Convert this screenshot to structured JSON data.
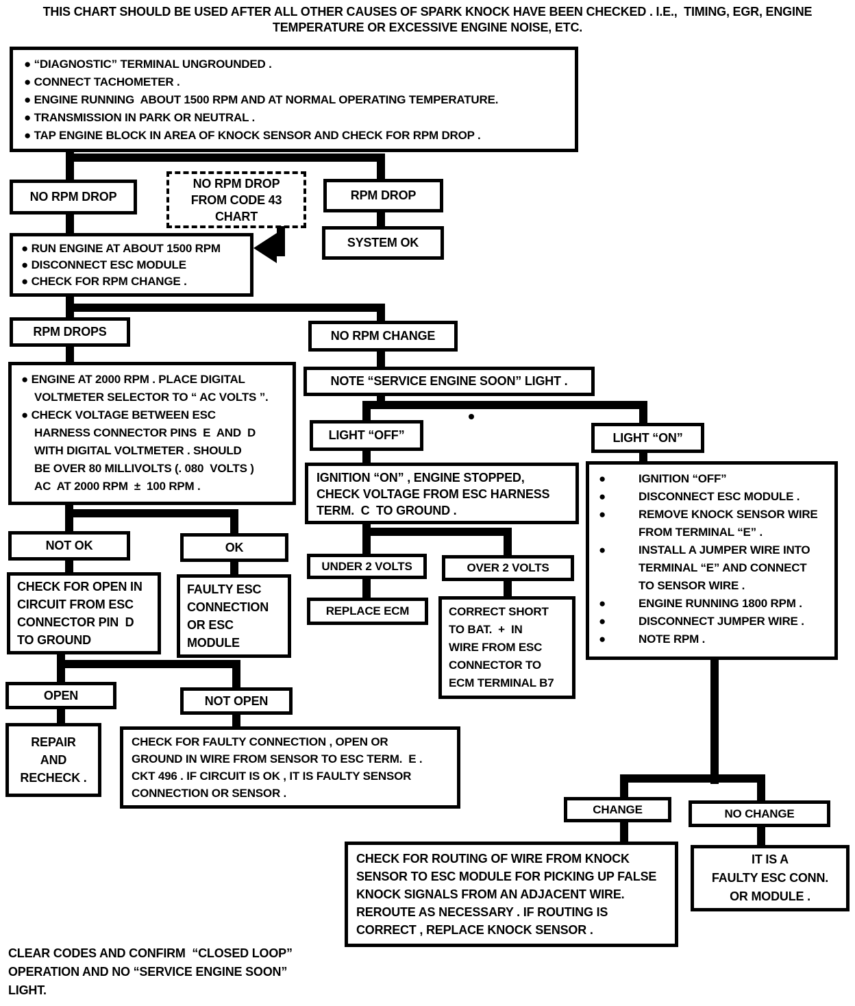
{
  "header": {
    "line1": "THIS CHART SHOULD BE USED AFTER ALL OTHER CAUSES OF SPARK KNOCK HAVE BEEN CHECKED . I.E.,  TIMING, EGR, ENGINE",
    "line2": "TEMPERATURE OR EXCESSIVE ENGINE NOISE, ETC."
  },
  "nodes": {
    "start": {
      "items": [
        "“DIAGNOSTIC” TERMINAL UNGROUNDED .",
        "CONNECT TACHOMETER .",
        "ENGINE RUNNING  ABOUT 1500 RPM AND AT NORMAL OPERATING TEMPERATURE.",
        "TRANSMISSION IN PARK OR NEUTRAL .",
        "TAP ENGINE BLOCK IN AREA OF KNOCK SENSOR AND CHECK FOR RPM DROP ."
      ]
    },
    "no_rpm_drop": {
      "label": "NO RPM DROP"
    },
    "code43": {
      "lines": [
        "NO RPM DROP",
        "FROM CODE 43",
        "CHART"
      ]
    },
    "rpm_drop": {
      "label": "RPM DROP"
    },
    "system_ok": {
      "label": "SYSTEM OK"
    },
    "run_engine": {
      "items": [
        "RUN ENGINE AT ABOUT 1500 RPM",
        "DISCONNECT ESC MODULE",
        "CHECK FOR RPM CHANGE ."
      ]
    },
    "rpm_drops": {
      "label": "RPM DROPS"
    },
    "no_rpm_change": {
      "label": "NO RPM CHANGE"
    },
    "engine_2000": {
      "lines": [
        "ENGINE AT 2000 RPM . PLACE DIGITAL",
        "VOLTMETER SELECTOR TO “ AC VOLTS ”.",
        "CHECK VOLTAGE BETWEEN ESC",
        "HARNESS CONNECTOR PINS  E  AND  D",
        "WITH DIGITAL VOLTMETER . SHOULD",
        "BE OVER 80 MILLIVOLTS (. 080  VOLTS )",
        "AC  AT 2000 RPM  ±  100 RPM ."
      ]
    },
    "note_light": {
      "label": "NOTE “SERVICE ENGINE SOON” LIGHT ."
    },
    "light_off": {
      "label": "LIGHT “OFF”"
    },
    "light_on": {
      "label": "LIGHT “ON”"
    },
    "ignition_on": {
      "lines": [
        "IGNITION “ON” , ENGINE STOPPED,",
        "CHECK VOLTAGE FROM ESC HARNESS",
        "TERM.  C  TO GROUND ."
      ]
    },
    "light_on_steps": {
      "lines": [
        "IGNITION “OFF”",
        "DISCONNECT ESC MODULE .",
        "REMOVE KNOCK SENSOR WIRE",
        "FROM TERMINAL “E” .",
        "INSTALL A JUMPER WIRE INTO",
        "TERMINAL “E” AND CONNECT",
        "TO SENSOR WIRE .",
        "ENGINE RUNNING 1800 RPM .",
        "DISCONNECT JUMPER WIRE .",
        "NOTE RPM ."
      ]
    },
    "not_ok": {
      "label": "NOT OK"
    },
    "ok": {
      "label": "OK"
    },
    "check_open": {
      "lines": [
        "CHECK FOR OPEN IN",
        "CIRCUIT FROM ESC",
        "CONNECTOR PIN  D",
        "TO GROUND"
      ]
    },
    "faulty_esc": {
      "lines": [
        "FAULTY ESC",
        "CONNECTION",
        "OR ESC",
        "MODULE"
      ]
    },
    "under_2_volts": {
      "label": "UNDER 2 VOLTS"
    },
    "over_2_volts": {
      "label": "OVER 2 VOLTS"
    },
    "replace_ecm": {
      "label": "REPLACE ECM"
    },
    "correct_short": {
      "lines": [
        "CORRECT SHORT",
        "TO BAT.  +  IN",
        "WIRE FROM ESC",
        "CONNECTOR TO",
        "ECM TERMINAL B7"
      ]
    },
    "open": {
      "label": "OPEN"
    },
    "not_open": {
      "label": "NOT OPEN"
    },
    "repair": {
      "lines": [
        "REPAIR",
        "AND",
        "RECHECK ."
      ]
    },
    "check_faulty": {
      "lines": [
        "CHECK FOR FAULTY CONNECTION , OPEN OR",
        "GROUND IN WIRE FROM SENSOR TO ESC TERM.  E .",
        "CKT 496 . IF CIRCUIT IS OK , IT IS FAULTY SENSOR",
        "CONNECTION OR SENSOR ."
      ]
    },
    "change": {
      "label": "CHANGE"
    },
    "no_change": {
      "label": "NO CHANGE"
    },
    "check_routing": {
      "lines": [
        "CHECK FOR ROUTING OF WIRE FROM KNOCK",
        "SENSOR TO ESC MODULE FOR PICKING UP FALSE",
        "KNOCK SIGNALS FROM AN ADJACENT WIRE.",
        "REROUTE AS NECESSARY . IF ROUTING IS",
        "CORRECT , REPLACE KNOCK SENSOR ."
      ]
    },
    "faulty_conn": {
      "lines": [
        "IT IS A",
        "FAULTY ESC CONN.",
        "OR MODULE ."
      ]
    }
  },
  "footer": {
    "lines": [
      "CLEAR CODES AND CONFIRM  “CLOSED LOOP”",
      "OPERATION AND NO “SERVICE ENGINE SOON”",
      "LIGHT."
    ]
  },
  "colors": {
    "ink": "#000000",
    "paper": "#ffffff"
  },
  "icons": {
    "code43_arrow": "left-arrowhead ◀",
    "bullet": "●"
  }
}
